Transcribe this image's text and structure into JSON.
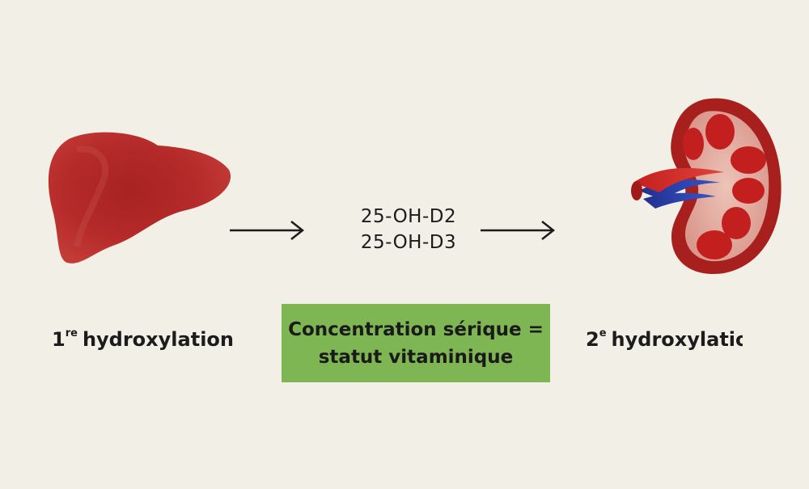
{
  "left_step": {
    "organ": "liver-icon",
    "number": "1",
    "suffix": "re",
    "text": "hydroxylation"
  },
  "right_step": {
    "organ": "kidney-icon",
    "number": "2",
    "suffix": "e",
    "text": "hydroxylatio"
  },
  "metabolites": {
    "line1": "25-OH-D",
    "line1_sub": "2",
    "line2": "25-OH-D",
    "line2_sub": "3"
  },
  "status_box": {
    "line1": "Concentration sérique =",
    "line2": "statut vitaminique",
    "color": "#7fb654"
  },
  "colors": {
    "background": "#f2efe6",
    "organ_red": "#b52a2a",
    "vein_blue": "#2a3fa8"
  }
}
